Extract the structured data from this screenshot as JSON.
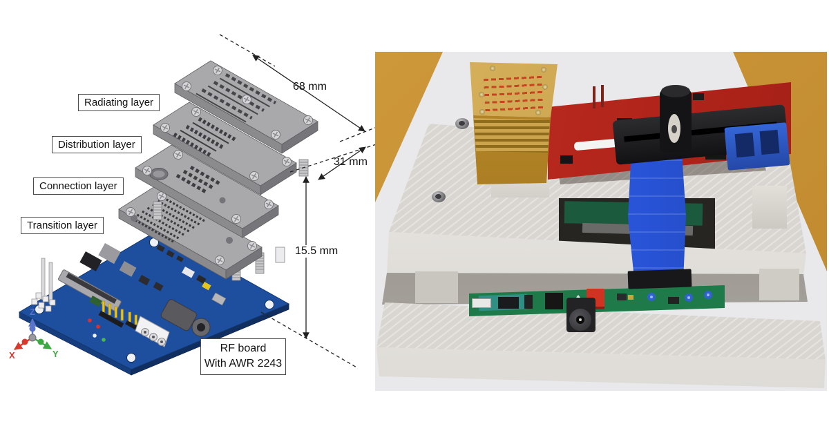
{
  "diagram": {
    "layer_labels": [
      "Radiating layer",
      "Distribution layer",
      "Connection layer",
      "Transition layer"
    ],
    "dimensions": {
      "width": "68 mm",
      "depth": "31 mm",
      "height": "15.5 mm"
    },
    "rf_board_label": {
      "line1": "RF board",
      "line2": "With AWR 2243"
    },
    "axes": {
      "x": "X",
      "y": "Y",
      "z": "Z"
    }
  },
  "colors": {
    "plate_gray": "#a9a9ab",
    "pcb_blue": "#1e4f9f",
    "axis_x": "#d8392c",
    "axis_y": "#3aa93f",
    "axis_z": "#5a74cc",
    "desk_ochre": "#c0892f",
    "paper_white": "#e9e9ec",
    "acrylic_white": "#d9d6d1",
    "board_red": "#c22d22",
    "horn_gold": "#c79f4b",
    "ribbon_blue": "#2853d6",
    "power_green": "#1e7a48"
  }
}
